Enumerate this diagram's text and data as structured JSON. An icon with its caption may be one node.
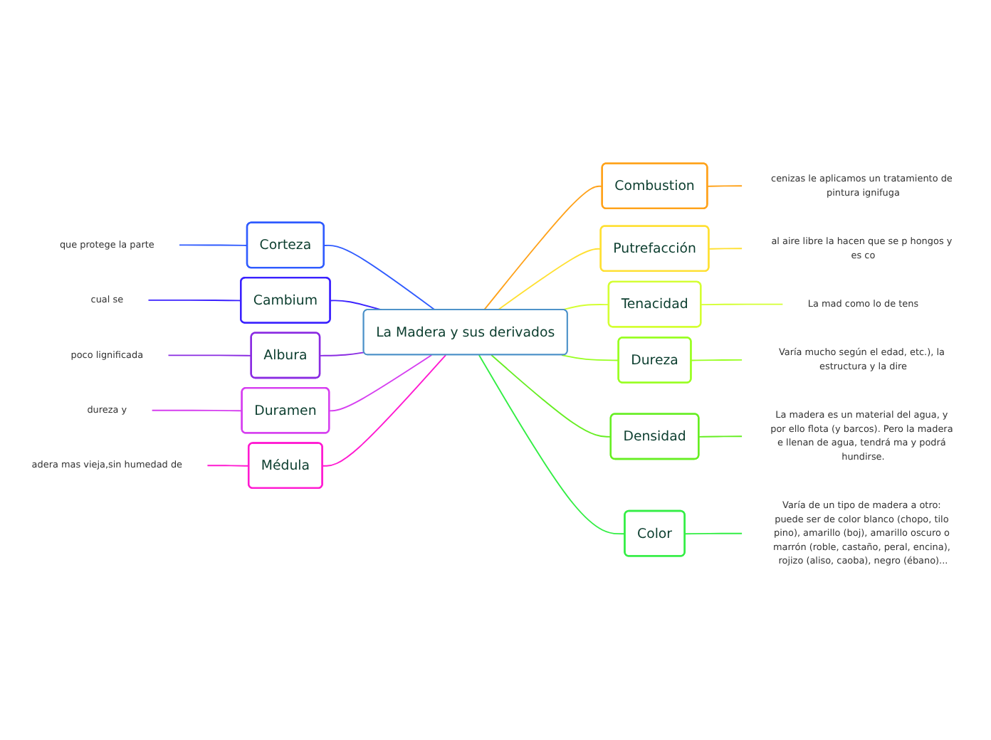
{
  "diagram": {
    "nodes": [
      {
        "text": [
          "La Madera y sus derivados"
        ]
      },
      {
        "text": [
          "Corteza"
        ]
      },
      {
        "text": [
          "que protege la parte"
        ]
      },
      {
        "text": [
          "Cambium"
        ]
      },
      {
        "text": [
          "cual se"
        ]
      },
      {
        "text": [
          "Albura"
        ]
      },
      {
        "text": [
          "poco lignificada"
        ]
      },
      {
        "text": [
          "Duramen"
        ]
      },
      {
        "text": [
          "dureza y"
        ]
      },
      {
        "text": [
          "Médula"
        ]
      },
      {
        "text": [
          "adera mas vieja,sin humedad de"
        ]
      },
      {
        "text": [
          "Combustion"
        ]
      },
      {
        "text": [
          "cenizas le aplicamos un tratamiento de pintura ignifuga"
        ]
      },
      {
        "text": [
          "Putrefacción"
        ]
      },
      {
        "text": [
          "al aire libre la hacen que se p hongos y es co"
        ]
      },
      {
        "text": [
          "Tenacidad"
        ]
      },
      {
        "text": [
          "La mad como lo de tens"
        ]
      },
      {
        "text": [
          "Dureza"
        ]
      },
      {
        "text": [
          "Varía mucho según el edad, etc.), la estructura y la dire"
        ]
      },
      {
        "text": [
          "Densidad"
        ]
      },
      {
        "text": [
          "La madera es un material del agua, y por ello flota (y barcos). Pero la madera e llenan de agua, tendrá ma y podrá hundirse."
        ]
      },
      {
        "text": [
          "Color"
        ]
      },
      {
        "text": [
          "Varía de un tipo de madera a otro: puede ser de color blanco (chopo, tilo pino), amarillo (boj), amarillo oscuro o marrón (roble, castaño, peral, encina), rojizo (aliso, caoba), negro (ébano)..."
        ]
      }
    ],
    "edges": [
      {
        "from": 2,
        "to": 1,
        "arrow": "none",
        "color": "#2f5bff"
      },
      {
        "from": 1,
        "to": 0,
        "arrow": "none",
        "color": "#2f5bff"
      },
      {
        "from": 4,
        "to": 3,
        "arrow": "none",
        "color": "#3b22ff"
      },
      {
        "from": 3,
        "to": 0,
        "arrow": "none",
        "color": "#3b22ff"
      },
      {
        "from": 6,
        "to": 5,
        "arrow": "none",
        "color": "#8a2be2"
      },
      {
        "from": 5,
        "to": 0,
        "arrow": "none",
        "color": "#8a2be2"
      },
      {
        "from": 8,
        "to": 7,
        "arrow": "none",
        "color": "#d63ff0"
      },
      {
        "from": 7,
        "to": 0,
        "arrow": "none",
        "color": "#d63ff0"
      },
      {
        "from": 10,
        "to": 9,
        "arrow": "none",
        "color": "#ff1ad1"
      },
      {
        "from": 9,
        "to": 0,
        "arrow": "none",
        "color": "#ff1ad1"
      },
      {
        "from": 0,
        "to": 11,
        "arrow": "none",
        "color": "#ffa21a"
      },
      {
        "from": 11,
        "to": 12,
        "arrow": "none",
        "color": "#ffa21a"
      },
      {
        "from": 0,
        "to": 13,
        "arrow": "none",
        "color": "#ffe033"
      },
      {
        "from": 13,
        "to": 14,
        "arrow": "none",
        "color": "#ffe033"
      },
      {
        "from": 0,
        "to": 15,
        "arrow": "none",
        "color": "#d4ff33"
      },
      {
        "from": 15,
        "to": 16,
        "arrow": "none",
        "color": "#d4ff33"
      },
      {
        "from": 0,
        "to": 17,
        "arrow": "none",
        "color": "#99ff22"
      },
      {
        "from": 17,
        "to": 18,
        "arrow": "none",
        "color": "#99ff22"
      },
      {
        "from": 0,
        "to": 19,
        "arrow": "none",
        "color": "#66ee22"
      },
      {
        "from": 19,
        "to": 20,
        "arrow": "none",
        "color": "#66ee22"
      },
      {
        "from": 0,
        "to": 21,
        "arrow": "none",
        "color": "#33ee44"
      },
      {
        "from": 21,
        "to": 22,
        "arrow": "none",
        "color": "#33ee44"
      }
    ]
  }
}
